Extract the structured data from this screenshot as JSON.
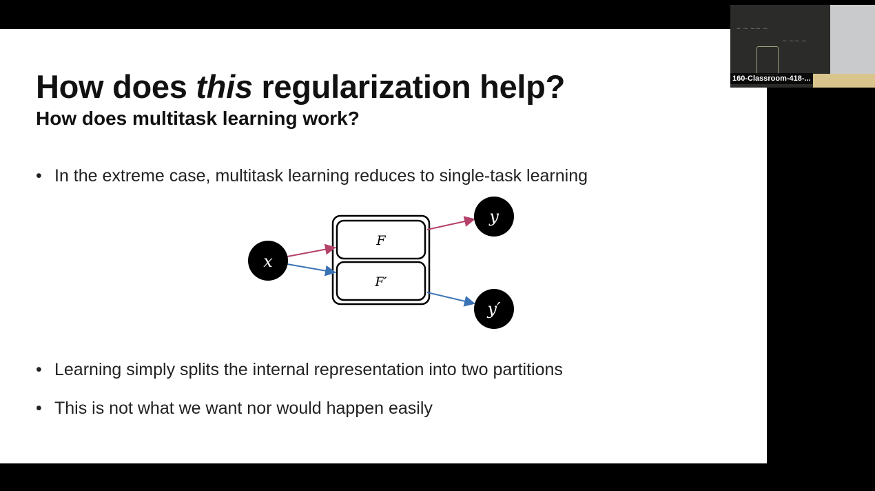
{
  "slide": {
    "title_pre": "How does ",
    "title_em": "this",
    "title_post": " regularization help?",
    "subtitle": "How does multitask learning work?",
    "bullets": [
      "In the extreme case, multitask learning reduces to single-task learning",
      "Learning simply splits the internal representation into two partitions",
      "This is not what we want nor would happen easily"
    ],
    "bullet_symbol": "•",
    "diagram": {
      "input_node": "x",
      "output_nodes": [
        "y",
        "y′"
      ],
      "partitions": [
        "F",
        "F′"
      ],
      "colors": {
        "task1": "#b5416a",
        "task2": "#3a73b5"
      }
    }
  },
  "video": {
    "participant_label": "160-Classroom-418-..."
  }
}
